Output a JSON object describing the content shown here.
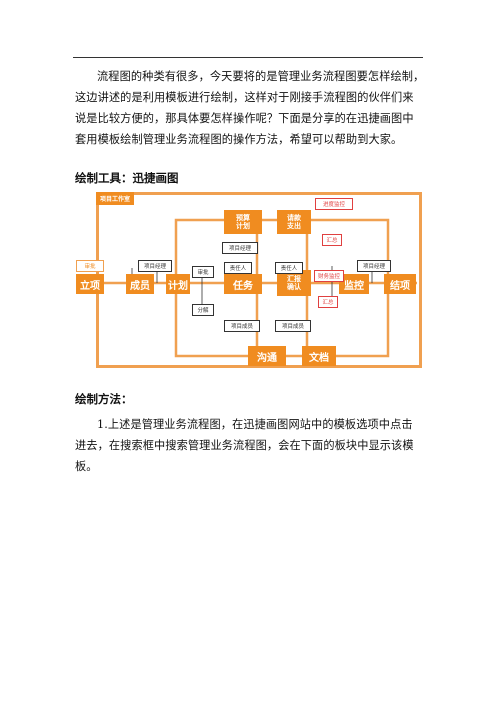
{
  "intro": {
    "line1": "流程图的种类有很多，今天要将的是管理业务流程图要怎样绘制，",
    "line2": "这边讲述的是利用模板进行绘制，这样对于刚接手流程图的伙伴们来",
    "line3": "说是比较方便的，那具体要怎样操作呢？下面是分享的在迅捷画图中",
    "line4": "套用模板绘制管理业务流程图的操作方法，希望可以帮助到大家。"
  },
  "tool_heading": "绘制工具：迅捷画图",
  "chart": {
    "frame_tag": "项目工作室",
    "main_nodes": [
      "立项",
      "成员",
      "计划",
      "任务",
      "汇报\n确认",
      "监控",
      "结项"
    ],
    "top_nodes": [
      "预算\n计划",
      "请款\n支出"
    ],
    "bottom_nodes": [
      "沟通",
      "文档"
    ],
    "labels": {
      "boss": "审批",
      "pm1": "项目经理",
      "approve": "审批",
      "pm2": "项目经理",
      "owner1": "责任人",
      "owner2": "责任人",
      "split": "分解",
      "members1": "项目成员",
      "members2": "项目成员",
      "finance": "财务监控",
      "report": "汇总",
      "pm3": "项目经理",
      "progress": "进度监控",
      "audit": "汇总"
    }
  },
  "method_heading": "绘制方法：",
  "step1": {
    "line1": "1.上述是管理业务流程图，在迅捷画图网站中的模板选项中点击",
    "line2": "进去，在搜索框中搜索管理业务流程图，会在下面的板块中显示该模",
    "line3": "板。"
  }
}
